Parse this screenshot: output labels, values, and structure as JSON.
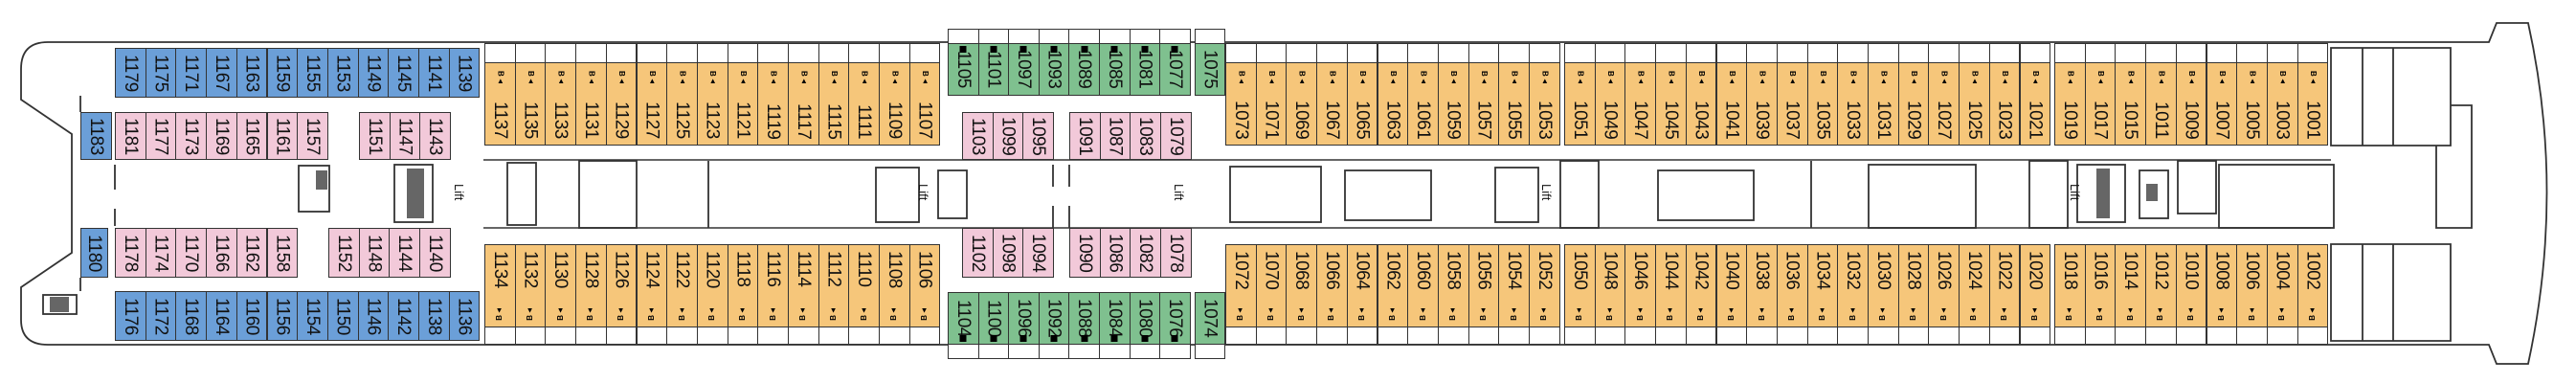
{
  "deck_plan": {
    "lift_label": "Lift",
    "balcony_marker": "B▲",
    "colors": {
      "blue": "#6b9fd8",
      "pink": "#f2c9d9",
      "yellow": "#f6c67a",
      "green": "#7fc08f",
      "outline": "#333333"
    },
    "rows": {
      "aft_end_top": [
        "1183"
      ],
      "aft_end_bottom": [
        "1180"
      ],
      "aft_outer_top": [
        "1179",
        "1175",
        "1171",
        "1167",
        "1163",
        "1159",
        "1155",
        "1153",
        "1149",
        "1145",
        "1141",
        "1139"
      ],
      "aft_inner_top_a": [
        "1181",
        "1177",
        "1173",
        "1169",
        "1165",
        "1161",
        "1157"
      ],
      "aft_inner_top_b": [
        "1151",
        "1147",
        "1143"
      ],
      "aft_inner_bottom_a": [
        "1178",
        "1174",
        "1170",
        "1166",
        "1162",
        "1158"
      ],
      "aft_inner_bottom_b": [
        "1152",
        "1148",
        "1144",
        "1140"
      ],
      "aft_outer_bottom": [
        "1176",
        "1172",
        "1168",
        "1164",
        "1160",
        "1156",
        "1154",
        "1150",
        "1146",
        "1142",
        "1138",
        "1136"
      ],
      "aft_balcony_top": [
        "1137",
        "1135",
        "1133",
        "1131",
        "1129",
        "1127",
        "1125",
        "1123",
        "1121",
        "1119",
        "1117",
        "1115",
        "1111",
        "1109",
        "1107"
      ],
      "aft_balcony_bottom": [
        "1134",
        "1132",
        "1130",
        "1128",
        "1126",
        "1124",
        "1122",
        "1120",
        "1118",
        "1116",
        "1114",
        "1112",
        "1110",
        "1108",
        "1106"
      ],
      "mid_outer_top": [
        "1105",
        "1101",
        "1097",
        "1093",
        "1089",
        "1085",
        "1081",
        "1077"
      ],
      "mid_outer_top_end": [
        "1075"
      ],
      "mid_inner_top_a": [
        "1103",
        "1099",
        "1095"
      ],
      "mid_inner_top_b": [
        "1091",
        "1087",
        "1083",
        "1079"
      ],
      "mid_inner_bottom_a": [
        "1102",
        "1098",
        "1094"
      ],
      "mid_inner_bottom_b": [
        "1090",
        "1086",
        "1082",
        "1078"
      ],
      "mid_outer_bottom": [
        "1104",
        "1100",
        "1096",
        "1092",
        "1088",
        "1084",
        "1080",
        "1076"
      ],
      "mid_outer_bottom_end": [
        "1074"
      ],
      "fwd_balcony_top_a": [
        "1073",
        "1071",
        "1069",
        "1067",
        "1065",
        "1063",
        "1061",
        "1059",
        "1057",
        "1055",
        "1053"
      ],
      "fwd_balcony_top_b": [
        "1051",
        "1049",
        "1047",
        "1045",
        "1043",
        "1041",
        "1039",
        "1037",
        "1035",
        "1033",
        "1031",
        "1029",
        "1027",
        "1025",
        "1023",
        "1021"
      ],
      "fwd_balcony_top_c": [
        "1019",
        "1017",
        "1015",
        "1011",
        "1009",
        "1007",
        "1005",
        "1003",
        "1001"
      ],
      "fwd_balcony_bottom_a": [
        "1072",
        "1070",
        "1068",
        "1066",
        "1064",
        "1062",
        "1060",
        "1058",
        "1056",
        "1054",
        "1052"
      ],
      "fwd_balcony_bottom_b": [
        "1050",
        "1048",
        "1046",
        "1044",
        "1042",
        "1040",
        "1038",
        "1036",
        "1034",
        "1032",
        "1030",
        "1028",
        "1026",
        "1024",
        "1022",
        "1020"
      ],
      "fwd_balcony_bottom_c": [
        "1018",
        "1016",
        "1014",
        "1012",
        "1010",
        "1008",
        "1006",
        "1004",
        "1002"
      ]
    }
  }
}
